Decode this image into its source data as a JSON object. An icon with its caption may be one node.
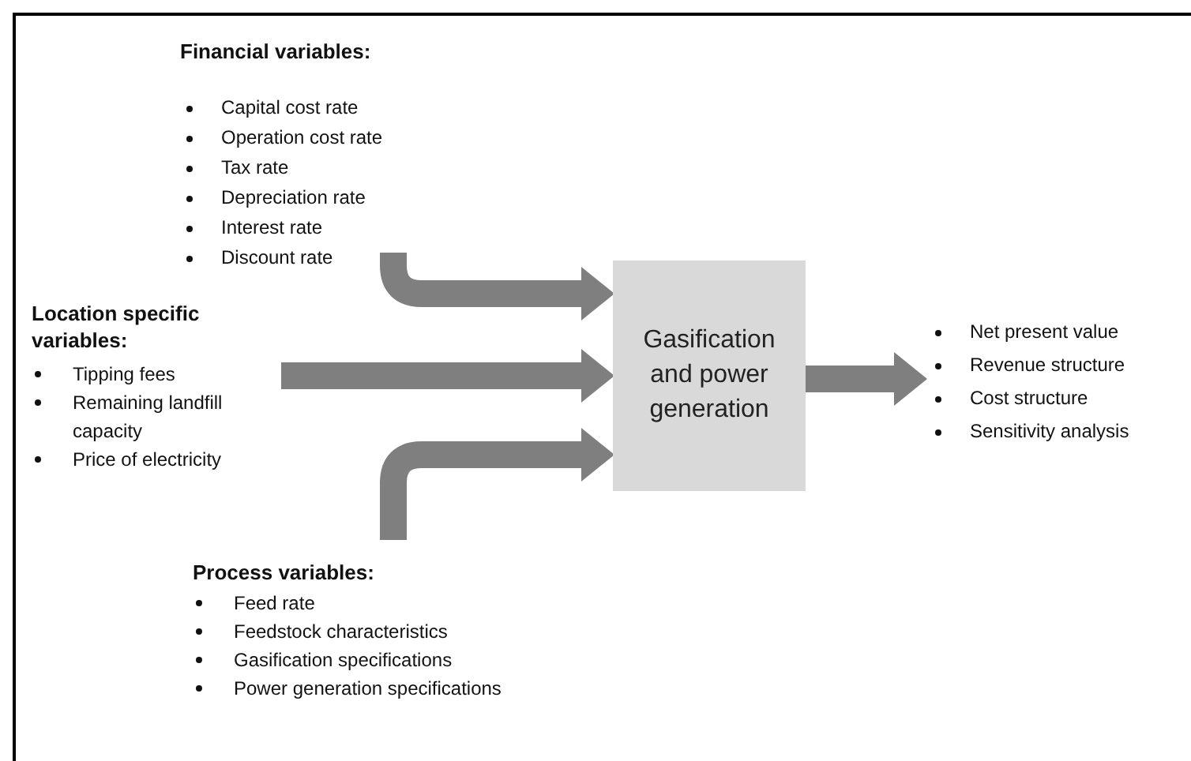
{
  "diagram": {
    "nodes": [
      {
        "text": [
          "Financial variables:",
          "Capital cost rate",
          "Operation cost rate",
          "Tax rate",
          "Depreciation rate",
          "Interest rate",
          "Discount rate"
        ]
      },
      {
        "text": [
          "Location specific variables:",
          "Tipping fees",
          "Remaining landfill capacity",
          "Price of electricity"
        ]
      },
      {
        "text": [
          "Gasification and power generation"
        ]
      },
      {
        "text": [
          "Net present value",
          "Revenue structure",
          "Cost structure",
          "Sensitivity analysis"
        ]
      },
      {
        "text": [
          "Process variables:",
          "Feed rate",
          "Feedstock characteristics",
          "Gasification specifications",
          "Power generation specifications"
        ]
      }
    ],
    "edges": [
      {
        "from": 0,
        "to": 2,
        "arrow": "to"
      },
      {
        "from": 1,
        "to": 2,
        "arrow": "to"
      },
      {
        "from": 4,
        "to": 2,
        "arrow": "to"
      },
      {
        "from": 2,
        "to": 3,
        "arrow": "to"
      }
    ]
  }
}
